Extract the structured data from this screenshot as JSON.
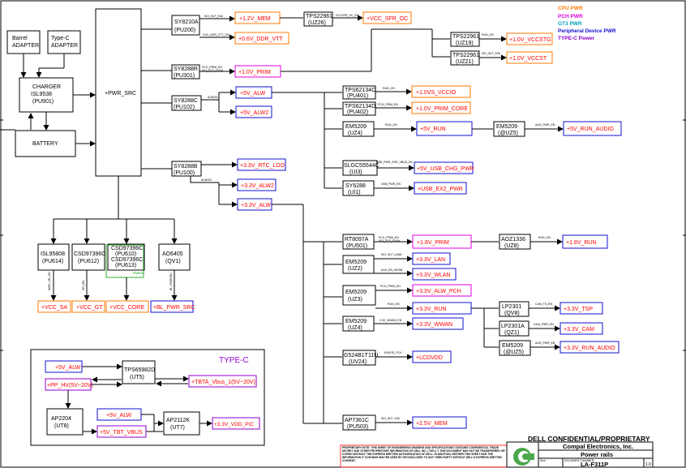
{
  "legend": {
    "cpu": "CPU PWR",
    "pch": "PCH PWR",
    "gt3": "GT3 PWR",
    "peripheral": "Peripheral Device PWR",
    "typec": "TYPE-C Power"
  },
  "colors": {
    "orange": "#ff7a00",
    "magenta": "#e000e0",
    "red": "#ff0000",
    "blue": "#1010d0",
    "purple": "#9000d0",
    "cyan": "#00a0c0",
    "green": "#009900"
  },
  "inputs": {
    "barrel": [
      "Barrel",
      "ADAPTER"
    ],
    "typec": [
      "Type-C",
      "ADAPTER"
    ],
    "charger": [
      "CHARGER",
      "ISL9538",
      "(PU901)"
    ],
    "battery": "BATTERY",
    "pwr_src": "+PWR_SRC"
  },
  "chips": {
    "sy8210a": [
      "SY8210A",
      "(PU200)"
    ],
    "sy8288r": [
      "SY8288R",
      "(PU301)"
    ],
    "sy8288c": [
      "SY8288C",
      "(PU102)"
    ],
    "sy8288b": [
      "SY8288B",
      "(PU100)"
    ],
    "tps22961_uz26": [
      "TPS22961",
      "(UZ26)"
    ],
    "tps22961_uz19": [
      "TPS22961",
      "(UZ19)"
    ],
    "tps22961_uz21": [
      "TPS22961",
      "(UZ21)"
    ],
    "tps62134c_pu401": [
      "TPS62134C",
      "(PU401)"
    ],
    "tps62134d_pu402": [
      "TPS62134D",
      "(PU402)"
    ],
    "em5209_uz4": [
      "EM5209",
      "(UZ4)"
    ],
    "em5209_uz5": [
      "EM5209",
      "(@UZ5)"
    ],
    "slgc55544c": [
      "SLGC55544C",
      "(UI3)"
    ],
    "sy6288": [
      "SY6288",
      "(UI1)"
    ],
    "rt8097a": [
      "RT8097A",
      "(PU501)"
    ],
    "aoz1336": [
      "AOZ1336",
      "(UZ8)"
    ],
    "em5209_uz2": [
      "EM5209",
      "(UZ2)"
    ],
    "em5209_uz3": [
      "EM5209",
      "(UZ3)"
    ],
    "em5209_uz4b": [
      "EM5209",
      "(UZ4)"
    ],
    "lp2301_qv8": [
      "LP2301",
      "(QV8)"
    ],
    "lp2301a_qz1": [
      "LP2301A",
      "(QZ1)"
    ],
    "em5209_uz5b": [
      "EM5209",
      "(@UZ5)"
    ],
    "g524b1t11u": [
      "G524B1T11U",
      "(UV24)"
    ],
    "ap7361c": [
      "AP7361C",
      "(PU503)"
    ],
    "isl95808": [
      "ISL95808",
      "(PU614)"
    ],
    "csd_pu612": [
      "CSD97396C",
      "(PU612)"
    ],
    "csd_pu610": [
      "CSD97396C",
      "(PU610)",
      "CSD97396C",
      "(PU613)"
    ],
    "ao6405": [
      "AO6405",
      "(QV1)"
    ],
    "tps65982d": [
      "TPS65982D",
      "(UT5)"
    ],
    "ap2204": [
      "AP2204",
      "(UT8)"
    ],
    "ap2112k": [
      "AP2112K",
      "(UT7)"
    ]
  },
  "rails": {
    "v12_mem": "+1.2V_MEM",
    "vcc_sfr_oc": "+VCC_SFR_OC",
    "v06_ddr_vtt": "+0.6V_DDR_VTT",
    "v10_vccstg": "+1.0V_VCCSTG",
    "v10_vccst": "+1.0V_VCCST",
    "v10_prim": "+1.0V_PRIM",
    "v5_alw": "+5V_ALW",
    "v5_alw2": "+5V_ALW2",
    "v10s_vccio": "+1.0VS_VCCIO",
    "v10_prim_core": "+1.0V_PRIM_CORE",
    "v5_run": "+5V_RUN",
    "v5_run_audio": "+5V_RUN_AUDIO",
    "v5_usb_chg": "+5V_USB_CHG_PWR",
    "usb_ex2": "+USB_EX2_PWR",
    "v33_rtc_ldo": "+3.3V_RTC_LDO",
    "v33_alw2": "+3.3V_ALW2",
    "v33_alw": "+3.3V_ALW",
    "v18_prim": "+1.8V_PRIM",
    "v18_run": "+1.8V_RUN",
    "v33_lan": "+3.3V_LAN",
    "v33_wlan": "+3.3V_WLAN",
    "v33_alw_pch": "+3.3V_ALW_PCH",
    "v33_run": "+3.3V_RUN",
    "v33_tsp": "+3.3V_TSP",
    "v33_cam": "+3.3V_CAM",
    "v33_wwan": "+3.3V_WWAN",
    "v33_run_audio": "+3.3V_RUN_AUDIO",
    "lcdvdd": "+LCDVDD",
    "v25_mem": "+2.5V_MEM",
    "vcc_sa": "+VCC_SA",
    "vcc_gt": "+VCC_GT",
    "vcc_core": "+VCC_CORE",
    "bl_pwr_src": "+BL_PWR_SRC",
    "tc_5v_alw": "+5V_ALW",
    "tc_pp_hv": "+PP_HV(5V~20V)",
    "tc_tbta": "+TBTA_Vbus_1(5V~20V)",
    "tc_5v_alw_b": "+5V_ALW",
    "tc_5v_tbt": "+5V_TBT_VBUS",
    "tc_33_vdd": "+3.3V_VDD_PIC"
  },
  "signals": {
    "sio_slp_s4": "SIO_SLP_S4#",
    "ddr_vtt_ctrl": "0.6V_DDR_VTT_ON",
    "pch_prim_en": "PCH_PRIM_EN",
    "sio_slp_sus": "SIO_SLP_SUS#",
    "alw_en": "ALWON",
    "vccsfr": "VCCSFR_OC_EN",
    "run_on": "RUN_ON",
    "sio_slp_s3": "SIO_SLP_S3#",
    "run_on_1": "RUN_ON",
    "pch_prim_en2": "PCH_PRIM_EN",
    "run_on_2": "RUN_ON",
    "aud_pwr_en": "AUD_PWR_EN",
    "usb_pwr": "USB_PWR_SHR_VBUS_EN",
    "usb_pwr_en": "USB_PWR_EN",
    "alwon": "ALWON",
    "sio_slp_lan": "SIO_SLP_LAN#",
    "aux_en": "AUX_EN_WOWL",
    "pch_prim_en3": "PCH_PRIM_EN",
    "run_on_3": "RUN_ON",
    "wwan": "3.3V_WWAN_EN",
    "envdd": "ENVDD_PCH",
    "sio_slp_s4b": "SIO_SLP_S4#",
    "cam_ts": "CAM_TS_EN",
    "cam_pwr": "CAM_PWR_EN",
    "run_on_4": "RUN_ON",
    "aud_pwr_en2": "AUD_PWR_EN",
    "run_on_5": "RUN_ON",
    "imvp": "IMVP_VR_ON",
    "vr_on": "VR_ON",
    "bl_en": "BL_PWRSRC",
    "pwrgd": "PWRGD",
    "sio_slp_sus2": "SIO_SLP_SUS#"
  },
  "typec_title": "TYPE-C",
  "footer": {
    "confidential": "DELL CONFIDENTIAL/PROPRIETARY",
    "company": "Compal Electronics, Inc.",
    "title": "Power rails",
    "doc_label": "DOCUMENT NUMBER",
    "doc_number": "LA-F311P",
    "rev": "1.0",
    "size_label": "Size",
    "notice": "PROPRIETARY NOTE: THIS SHEET OF ENGINEERING DRAWING AND SPECIFICATIONS CONTAINS CONFIDENTIAL TRADE SECRET AND OTHER PROPRIETARY INFORMATION OF DELL INC. (\"DELL\") THIS DOCUMENT MAY NOT BE TRANSFERRED OR COPIED WITHOUT THE EXPRESS WRITTEN AUTHORIZATION OF DELL. IN ADDITION, NEITHER THIS SHEET NOR THE INFORMATION IT CONTAINS MAY BE USED BY OR DISCLOSED TO ANY THIRD PARTY WITHOUT DELL'S EXPRESS WRITTEN CONSENT."
  }
}
